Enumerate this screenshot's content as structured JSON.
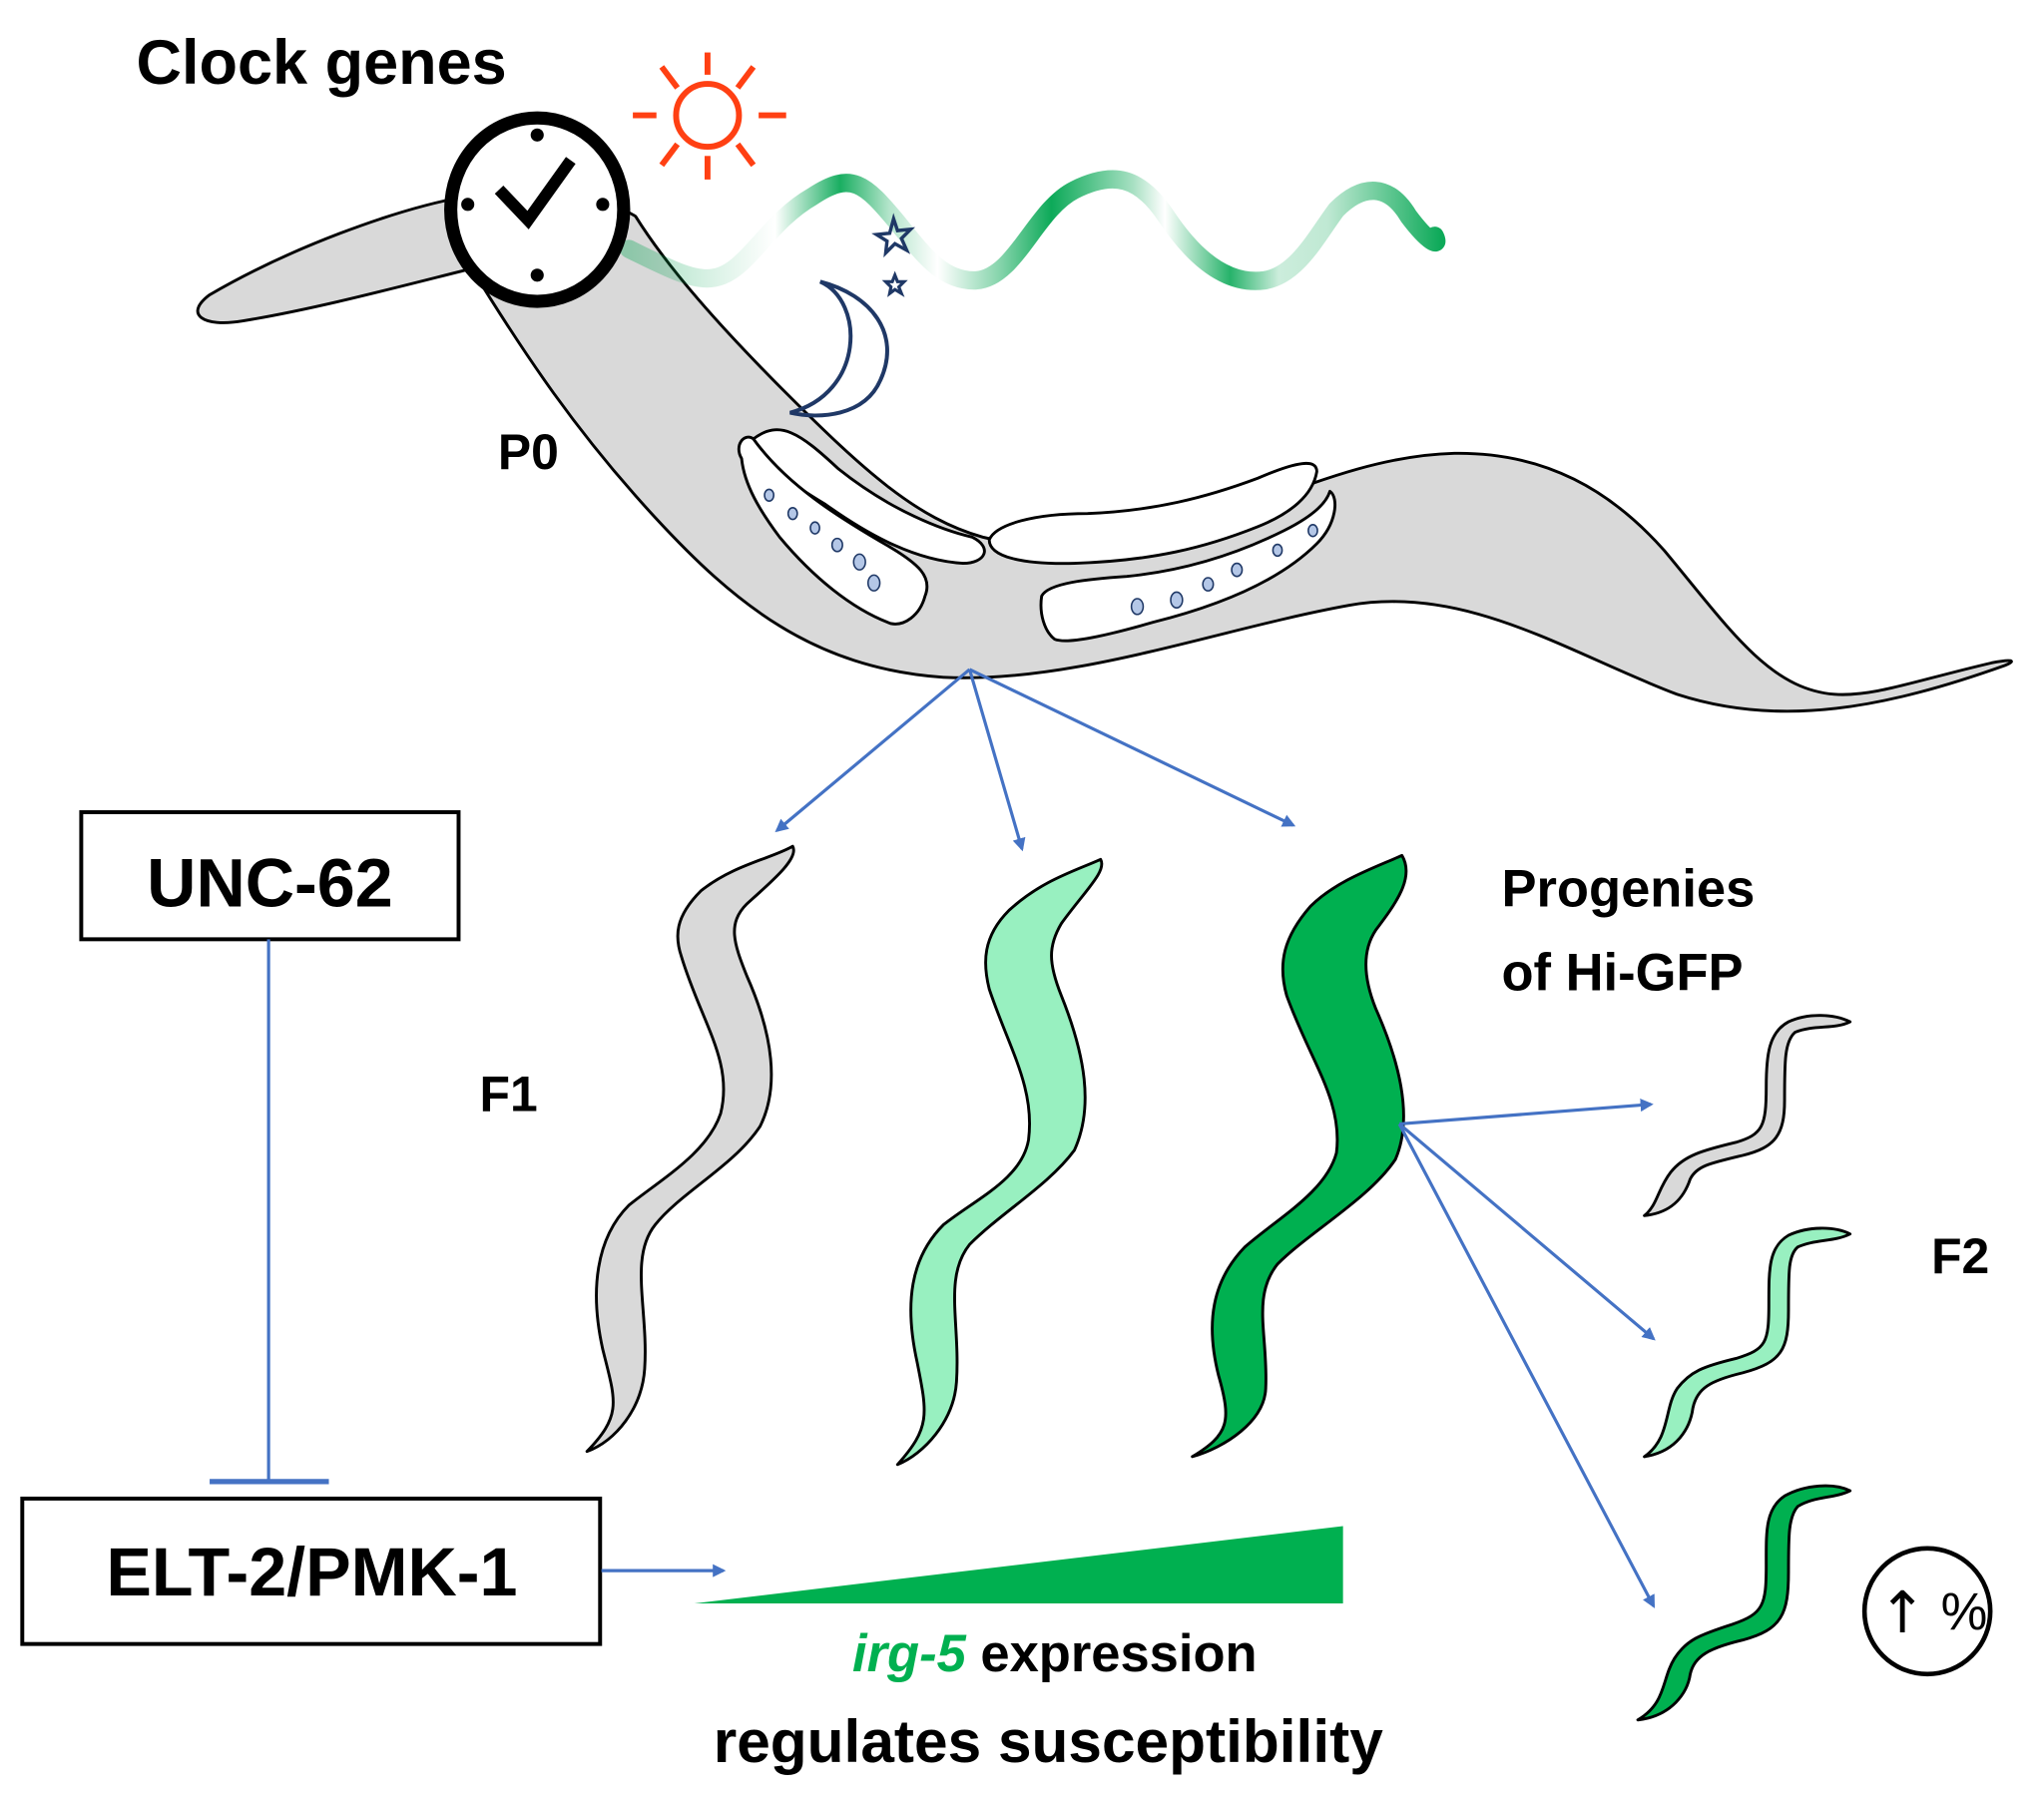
{
  "title": "Clock genes",
  "generations": {
    "p0": "P0",
    "f1": "F1",
    "f2": "F2"
  },
  "progenies_label": {
    "line1": "Progenies",
    "line2": "of Hi-GFP"
  },
  "regulators": {
    "upstream": "UNC-62",
    "downstream": "ELT-2/PMK-1"
  },
  "expression": {
    "gene": "irg-5",
    "line1_rest": " expression",
    "line2": "regulates susceptibility"
  },
  "badge": {
    "arrow": "↑",
    "percent": "%"
  },
  "icons": {
    "clock": "clock-icon",
    "sun": "sun-icon",
    "moon": "moon-icon",
    "star": "star-icon"
  },
  "colors": {
    "worm_gray": "#d9d9d9",
    "worm_light_green": "#98f0c0",
    "worm_dark_green": "#00b050",
    "arrow_blue": "#4472c4",
    "sun": "#ff4013",
    "moon": "#1f3866",
    "gene_green": "#00b050",
    "wave_green": "#00a550"
  }
}
